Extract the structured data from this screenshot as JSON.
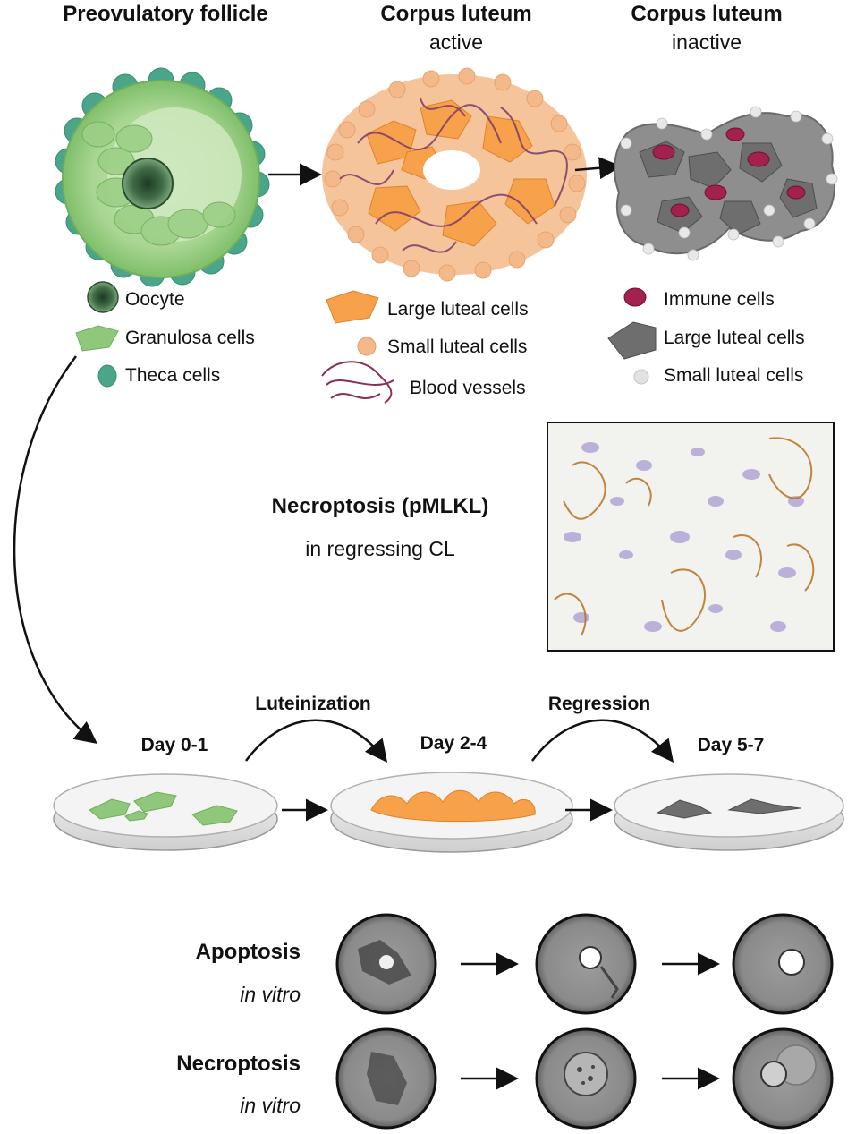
{
  "stages": {
    "follicle": {
      "title": "Preovulatory follicle",
      "subtitle": ""
    },
    "cl_active": {
      "title": "Corpus luteum",
      "subtitle": "active"
    },
    "cl_inactive": {
      "title": "Corpus luteum",
      "subtitle": "inactive"
    }
  },
  "legend_follicle": [
    "Oocyte",
    "Granulosa cells",
    "Theca cells"
  ],
  "legend_cl_active": [
    "Large luteal cells",
    "Small luteal cells",
    "Blood vessels"
  ],
  "legend_cl_inactive": [
    "Immune cells",
    "Large luteal cells",
    "Small luteal cells"
  ],
  "necroptosis_panel": {
    "title": "Necroptosis (pMLKL)",
    "subtitle": "in regressing CL"
  },
  "culture": {
    "steps": [
      "Luteinization",
      "Regression"
    ],
    "days": [
      "Day 0-1",
      "Day 2-4",
      "Day 5-7"
    ]
  },
  "in_vitro": [
    {
      "label": "Apoptosis",
      "sublabel": "in vitro"
    },
    {
      "label": "Necroptosis",
      "sublabel": "in vitro"
    }
  ],
  "colors": {
    "granulosa": "#8fc87a",
    "theca": "#4aa58a",
    "luteal_orange": "#f7a14a",
    "vessel": "#8b2f5a",
    "inactive_gray": "#6e6e6e",
    "immune": "#a3214f",
    "stain_brown": "#b8721f",
    "stain_purple": "#9a8ac6"
  }
}
